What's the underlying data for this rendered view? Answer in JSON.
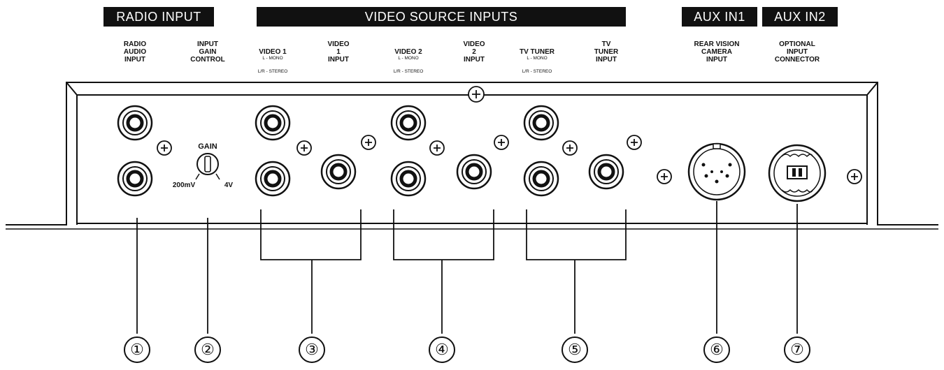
{
  "banners": {
    "radio_input": "RADIO INPUT",
    "video_source_inputs": "VIDEO SOURCE INPUTS",
    "aux_in1": "AUX IN1",
    "aux_in2": "AUX IN2"
  },
  "labels": {
    "radio_audio_input": "RADIO\nAUDIO\nINPUT",
    "input_gain_control": "INPUT\nGAIN\nCONTROL",
    "video1": "VIDEO 1",
    "video1_input": "VIDEO\n1\nINPUT",
    "video2": "VIDEO 2",
    "video2_input": "VIDEO\n2\nINPUT",
    "tv_tuner": "TV TUNER",
    "tv_tuner_input": "TV\nTUNER\nINPUT",
    "rear_vision_camera_input": "REAR VISION\nCAMERA\nINPUT",
    "optional_input_connector": "OPTIONAL\nINPUT\nCONNECTOR",
    "mono_sub": "L - MONO",
    "stereo_sub": "L/R - STEREO"
  },
  "gain_knob": {
    "title": "GAIN",
    "min_label": "200mV",
    "max_label": "4V"
  },
  "callouts": [
    "①",
    "②",
    "③",
    "④",
    "⑤",
    "⑥",
    "⑦"
  ]
}
